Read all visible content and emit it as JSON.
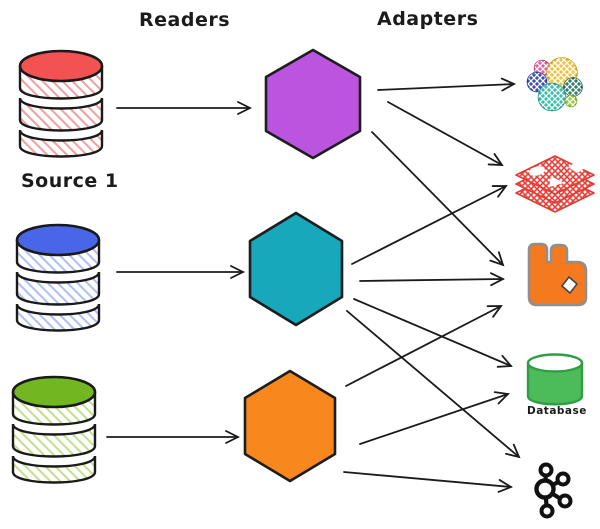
{
  "diagram": {
    "title": "Sources to Readers to Adapters flow",
    "headings": {
      "readers": "Readers",
      "adapters": "Adapters"
    },
    "sources": [
      {
        "id": "source-1",
        "label": "Source 1",
        "icon": "database-stack-icon",
        "top_color": "#f25252",
        "hatch_color": "#f2a0a0"
      },
      {
        "id": "source-2",
        "label": "",
        "icon": "database-stack-icon",
        "top_color": "#4a66e8",
        "hatch_color": "#b0bff2"
      },
      {
        "id": "source-3",
        "label": "",
        "icon": "database-stack-icon",
        "top_color": "#72b622",
        "hatch_color": "#c3e08e"
      }
    ],
    "readers": [
      {
        "id": "reader-1",
        "shape": "hexagon",
        "color": "#bb55e0"
      },
      {
        "id": "reader-2",
        "shape": "hexagon",
        "color": "#17a8bc"
      },
      {
        "id": "reader-3",
        "shape": "hexagon",
        "color": "#f8871e"
      }
    ],
    "adapters": [
      {
        "id": "bubble-cluster",
        "icon": "bubble-cluster-icon",
        "label": "",
        "bubble_colors": [
          "#e8619e",
          "#f0c33c",
          "#3f51b5",
          "#2e7d6e",
          "#35c0ad",
          "#9ccd3f"
        ]
      },
      {
        "id": "map-layers",
        "icon": "map-layers-icon",
        "label": "",
        "color": "#e8403a"
      },
      {
        "id": "rabbitmq",
        "icon": "rabbitmq-icon",
        "label": "",
        "color": "#f4791f"
      },
      {
        "id": "database",
        "icon": "database-cylinder-icon",
        "label": "Database",
        "color": "#4cbb5a"
      },
      {
        "id": "kafka",
        "icon": "kafka-icon",
        "label": "",
        "color": "#111111"
      }
    ],
    "edges": [
      {
        "from": "source-1",
        "to": "reader-1"
      },
      {
        "from": "source-2",
        "to": "reader-2"
      },
      {
        "from": "source-3",
        "to": "reader-3"
      },
      {
        "from": "reader-1",
        "to": "bubble-cluster"
      },
      {
        "from": "reader-1",
        "to": "map-layers"
      },
      {
        "from": "reader-1",
        "to": "rabbitmq"
      },
      {
        "from": "reader-2",
        "to": "map-layers"
      },
      {
        "from": "reader-2",
        "to": "rabbitmq"
      },
      {
        "from": "reader-2",
        "to": "database"
      },
      {
        "from": "reader-2",
        "to": "kafka"
      },
      {
        "from": "reader-3",
        "to": "rabbitmq"
      },
      {
        "from": "reader-3",
        "to": "database"
      },
      {
        "from": "reader-3",
        "to": "kafka"
      }
    ],
    "arrow_color": "#1b1b1b"
  }
}
